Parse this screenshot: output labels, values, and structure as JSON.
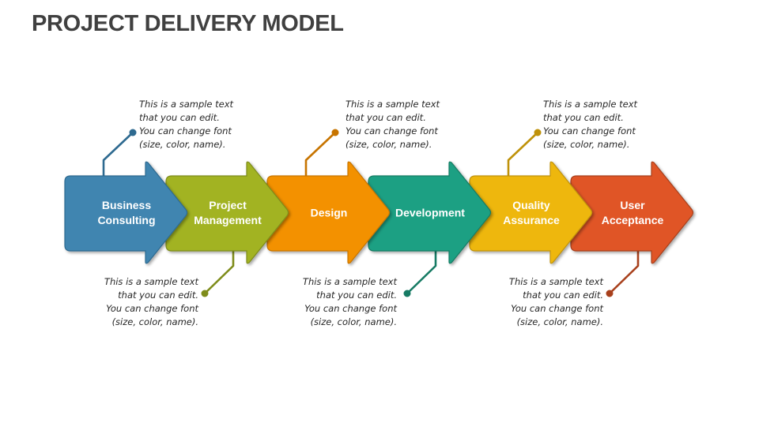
{
  "title": "PROJECT DELIVERY MODEL",
  "steps": [
    {
      "label_lines": [
        "Business",
        "Consulting"
      ],
      "color": "#3F85B0",
      "stroke": "#2E6A90",
      "note_position": "top"
    },
    {
      "label_lines": [
        "Project",
        "Management"
      ],
      "color": "#A2B324",
      "stroke": "#7E8C1A",
      "note_position": "bottom"
    },
    {
      "label_lines": [
        "Design"
      ],
      "color": "#F39100",
      "stroke": "#C77400",
      "note_position": "top"
    },
    {
      "label_lines": [
        "Development"
      ],
      "color": "#1FA083",
      "stroke": "#177B64",
      "note_position": "bottom"
    },
    {
      "label_lines": [
        "Quality",
        "Assurance"
      ],
      "color": "#EEB70C",
      "stroke": "#BF920A",
      "note_position": "top"
    },
    {
      "label_lines": [
        "User",
        "Acceptance"
      ],
      "color": "#E05526",
      "stroke": "#A8401C",
      "note_position": "bottom"
    }
  ],
  "notes": [
    {
      "lines": [
        "This is a sample text",
        "that you can edit.",
        "You can change font",
        "(size, color, name)."
      ],
      "color": "#2E6A90"
    },
    {
      "lines": [
        "This is a sample text",
        "that you can edit.",
        "You can change font",
        "(size, color, name)."
      ],
      "color": "#7E8C1A"
    },
    {
      "lines": [
        "This is a sample text",
        "that you can edit.",
        "You can change font",
        "(size, color, name)."
      ],
      "color": "#C77400"
    },
    {
      "lines": [
        "This is a sample text",
        "that you can edit.",
        "You can change font",
        "(size, color, name)."
      ],
      "color": "#177B64"
    },
    {
      "lines": [
        "This is a sample text",
        "that you can edit.",
        "You can change font",
        "(size, color, name)."
      ],
      "color": "#BF920A"
    },
    {
      "lines": [
        "This is a sample text",
        "that you can edit.",
        "You can change font",
        "(size, color, name)."
      ],
      "color": "#A8401C"
    }
  ]
}
